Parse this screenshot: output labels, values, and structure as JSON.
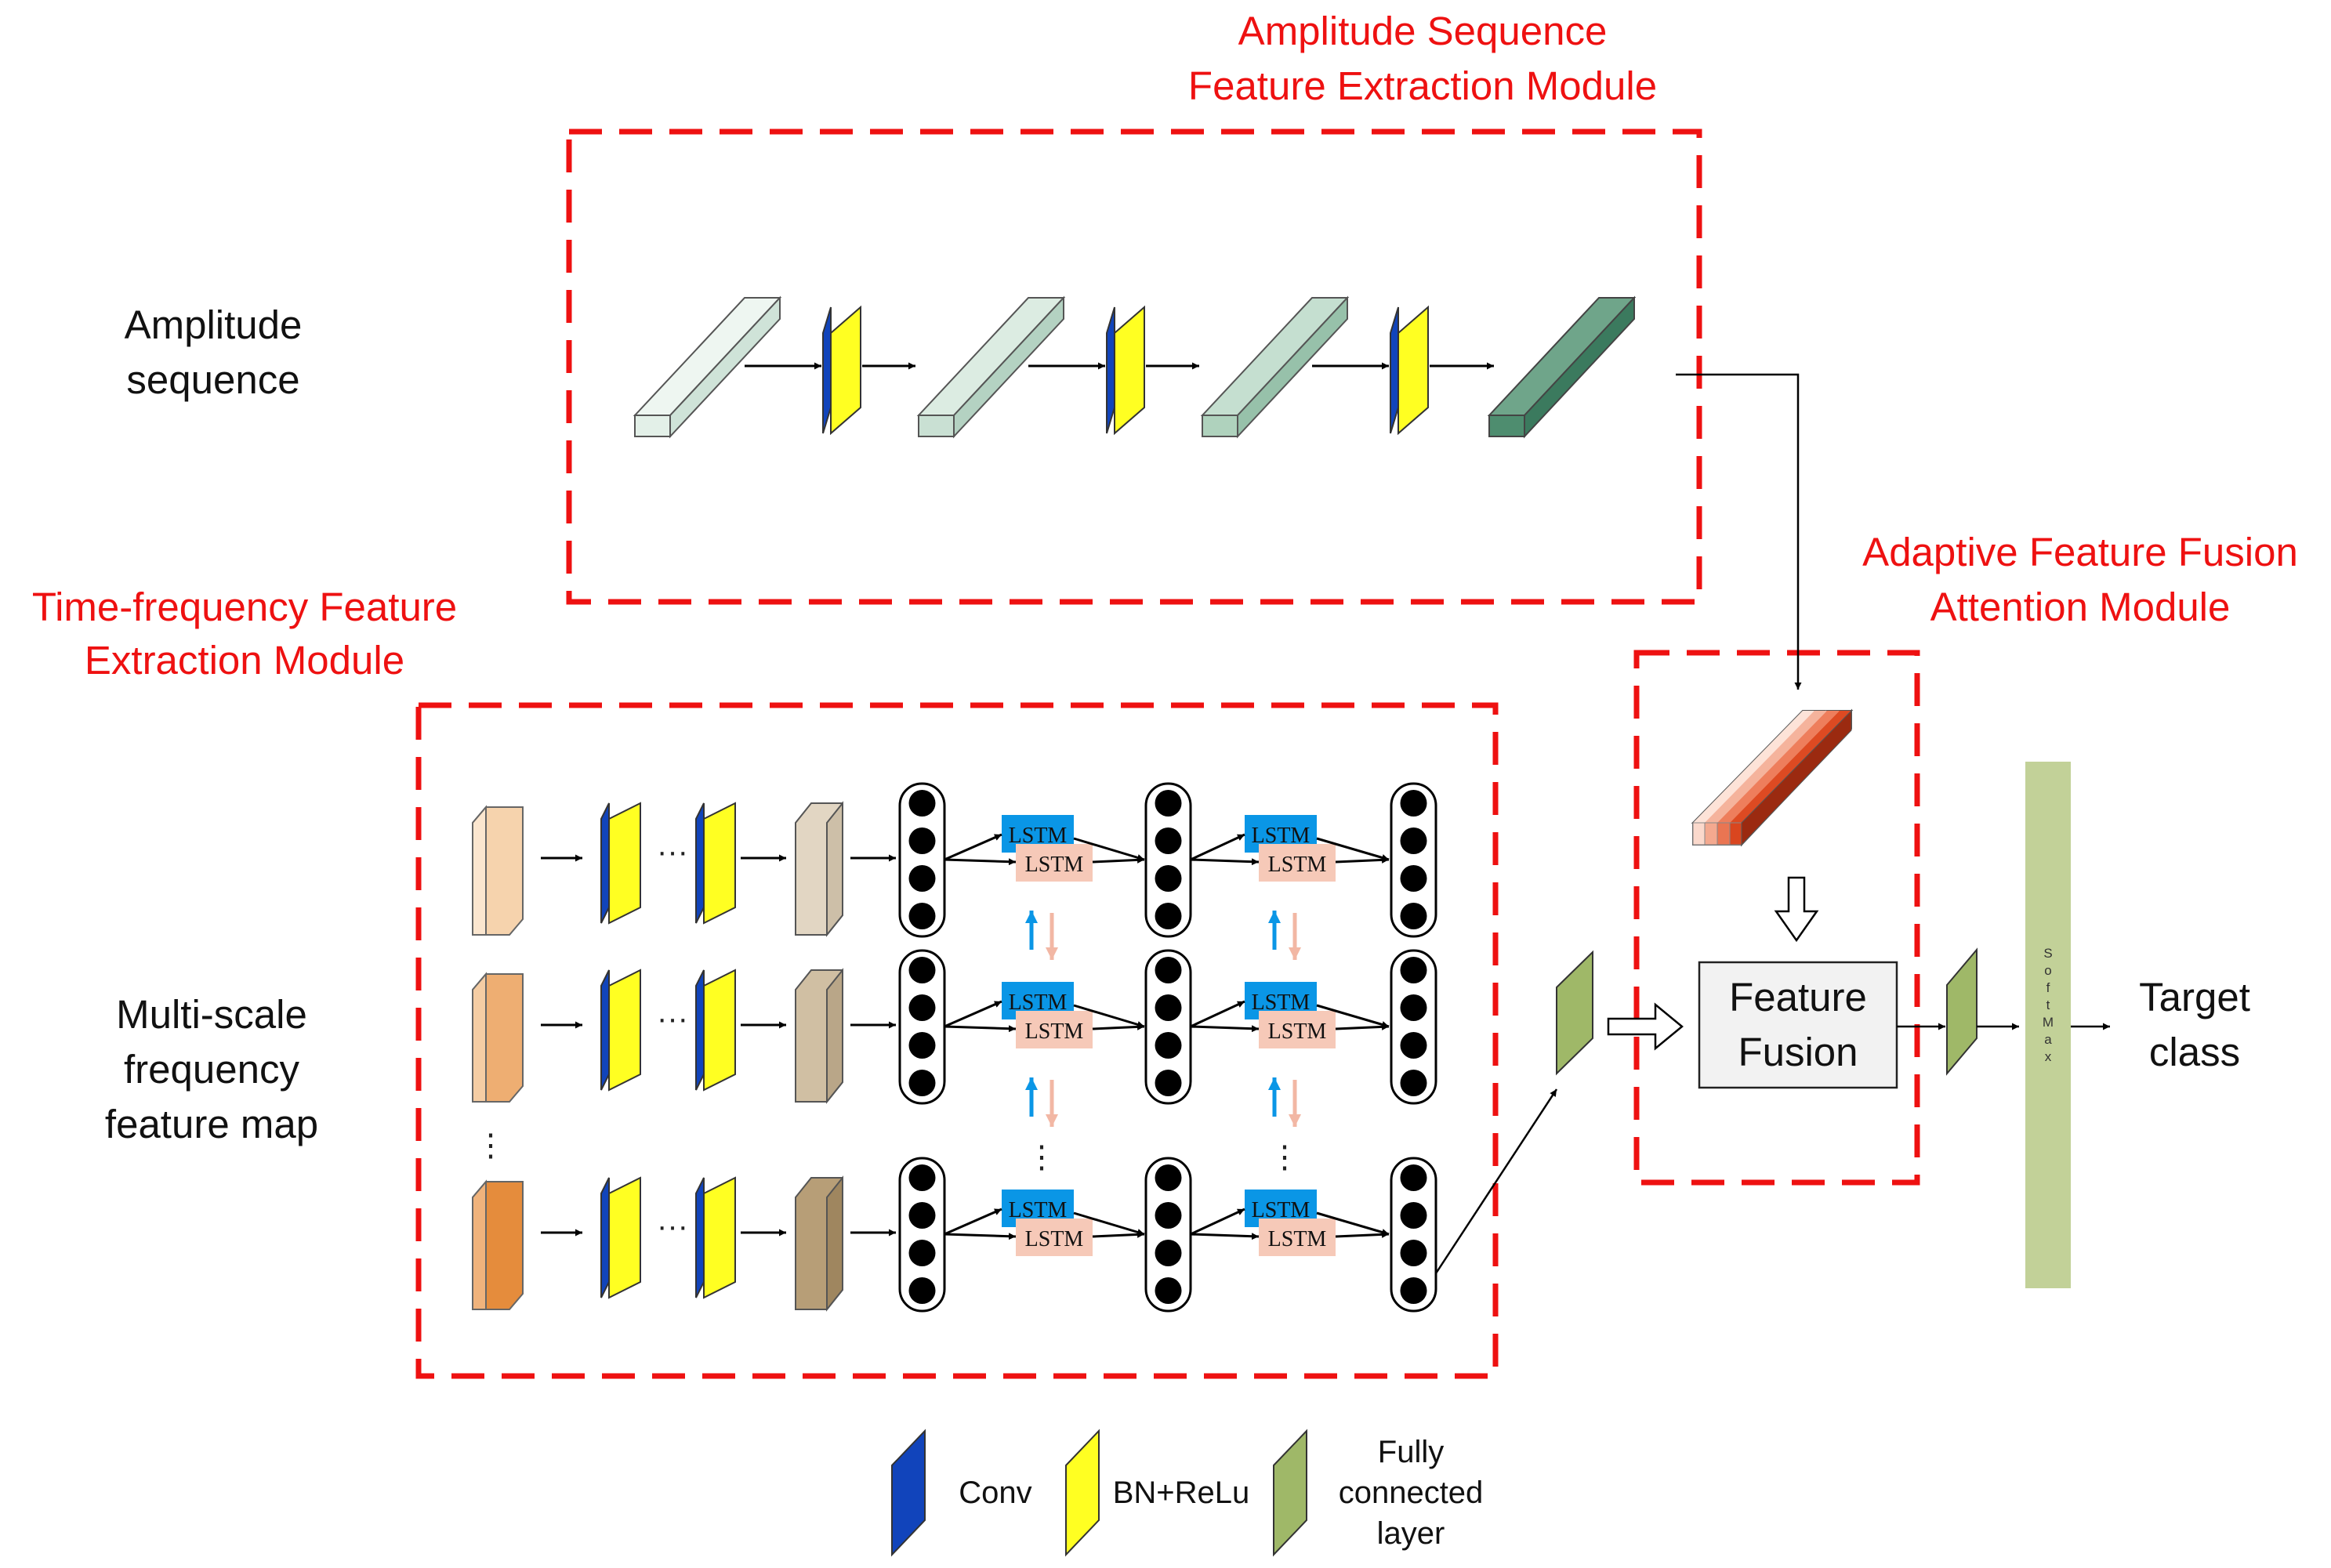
{
  "modules": {
    "amplitude_title_line1": "Amplitude Sequence",
    "amplitude_title_line2": "Feature Extraction Module",
    "timefreq_title_line1": "Time-frequency Feature",
    "timefreq_title_line2": "Extraction Module",
    "fusion_title_line1": "Adaptive Feature Fusion",
    "fusion_title_line2": "Attention Module"
  },
  "inputs": {
    "amplitude_line1": "Amplitude",
    "amplitude_line2": "sequence",
    "multiscale_line1": "Multi-scale",
    "multiscale_line2": "frequency",
    "multiscale_line3": "feature map"
  },
  "blocks": {
    "lstm_label": "LSTM",
    "feature_fusion_line1": "Feature",
    "feature_fusion_line2": "Fusion",
    "softmax_letters": [
      "S",
      "o",
      "f",
      "t",
      "M",
      "a",
      "x"
    ],
    "output_line1": "Target",
    "output_line2": "class",
    "ellipsis": "···",
    "vdots": "⋮"
  },
  "legend": {
    "conv": "Conv",
    "bn_relu": "BN+ReLu",
    "fc_line1": "Fully",
    "fc_line2": "connected",
    "fc_line3": "layer"
  },
  "colors": {
    "module_border": "#ee1111",
    "conv": "#1144bb",
    "bn_relu": "#ffff22",
    "fully_connected": "#9fb868",
    "softmax": "#c2d198",
    "lstm_forward": "#0a96e6",
    "lstm_backward": "#f6c9b8"
  }
}
